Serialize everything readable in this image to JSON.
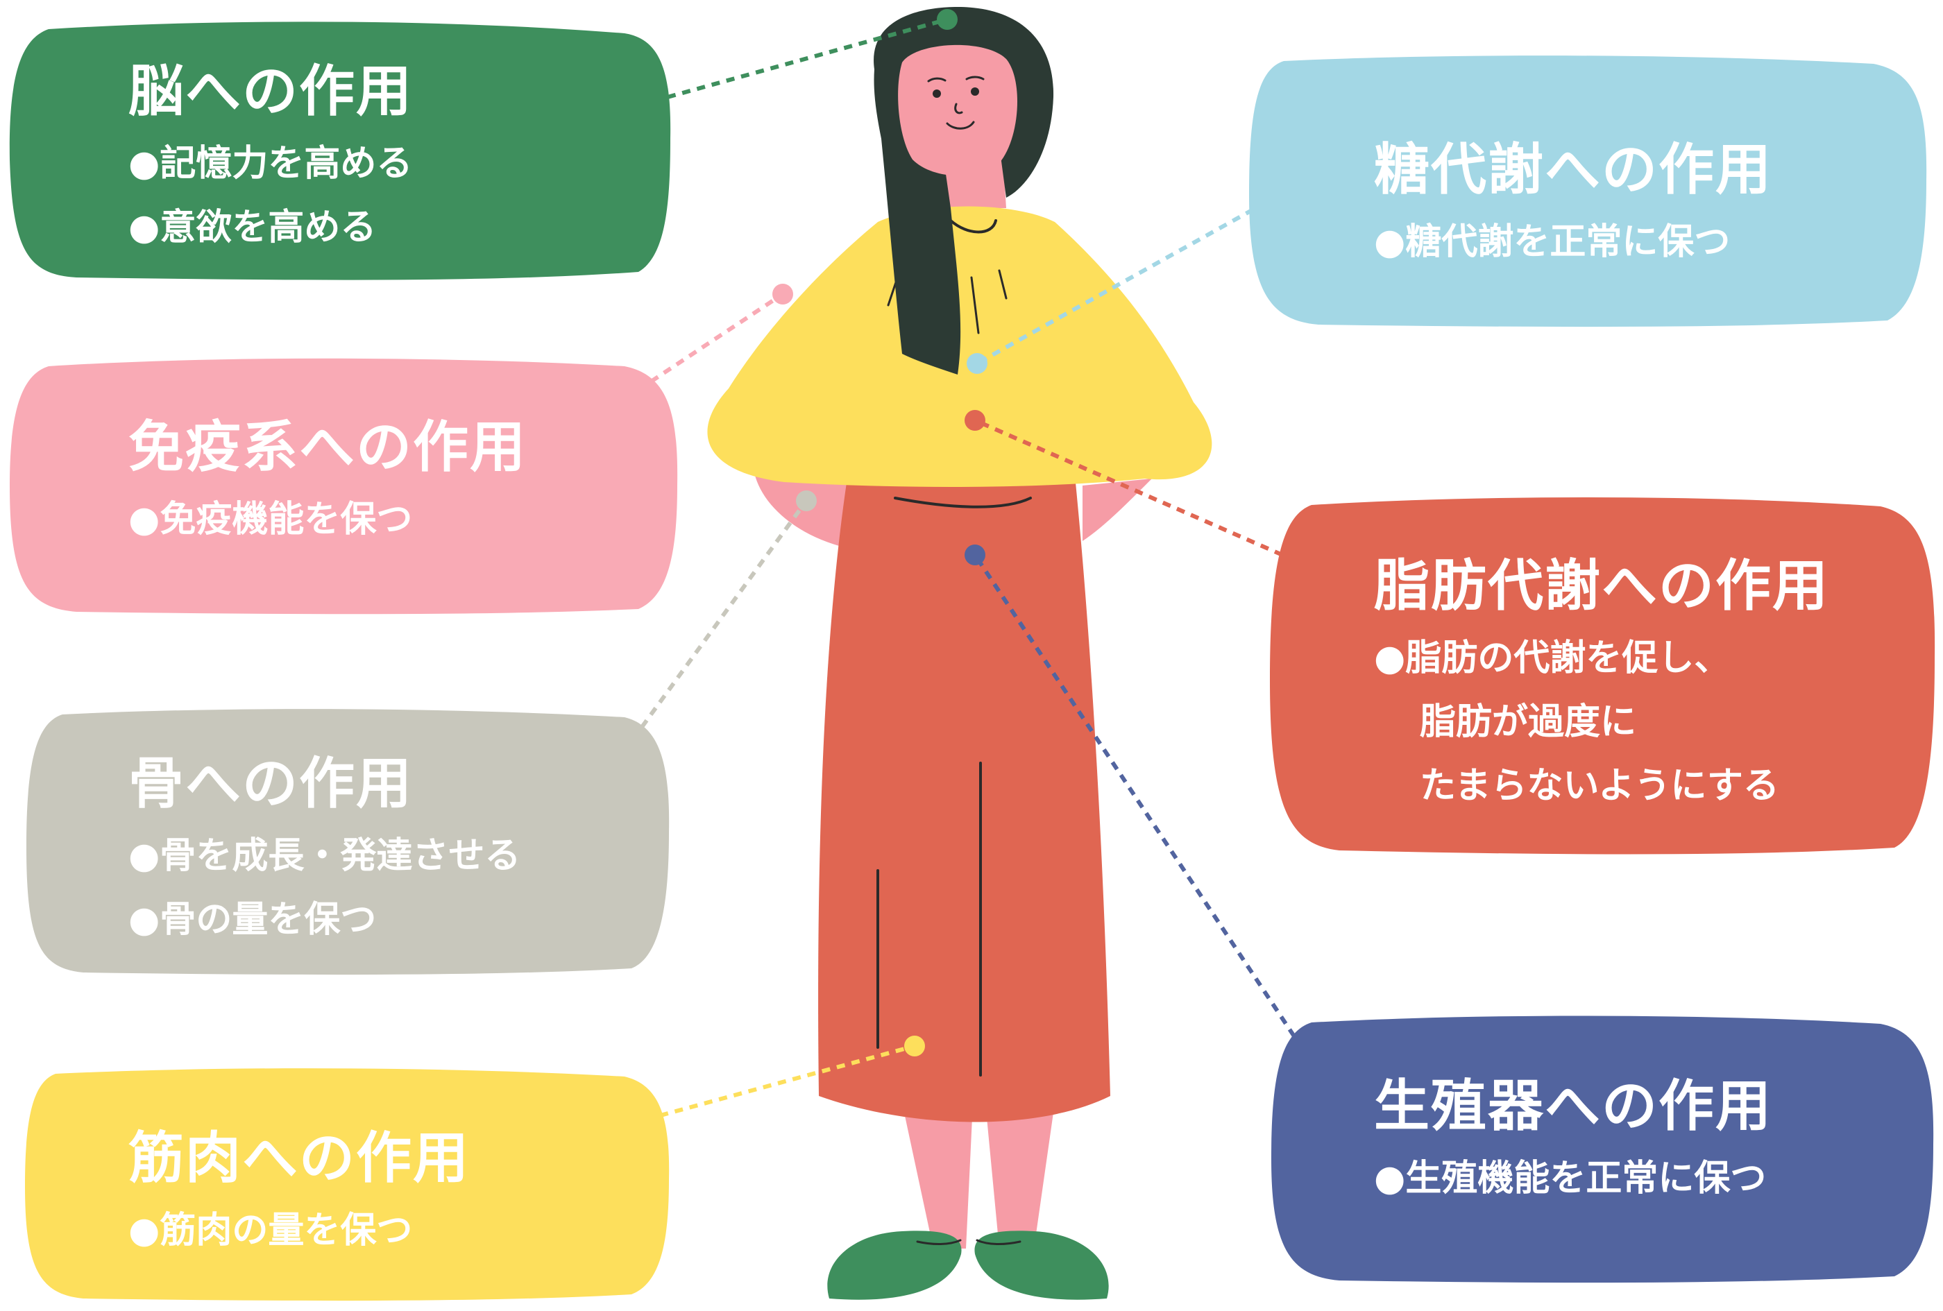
{
  "colors": {
    "brain": "#3e8f5d",
    "immune": "#f9aab5",
    "bone": "#c8c7bc",
    "muscle": "#fddf5c",
    "glucose": "#a3d7e5",
    "lipid": "#e06652",
    "reproductive": "#52649f",
    "skin": "#f69ca6",
    "hair": "#2c3a34",
    "shirt": "#fddf5c",
    "skirt": "#e06652",
    "shoes": "#3e8f5d"
  },
  "boxes": {
    "brain": {
      "title": "脳への作用",
      "items": [
        "●記憶力を高める",
        "●意欲を高める"
      ]
    },
    "immune": {
      "title": "免疫系への作用",
      "items": [
        "●免疫機能を保つ"
      ]
    },
    "bone": {
      "title": "骨への作用",
      "items": [
        "●骨を成長・発達させる",
        "●骨の量を保つ"
      ]
    },
    "muscle": {
      "title": "筋肉への作用",
      "items": [
        "●筋肉の量を保つ"
      ]
    },
    "glucose": {
      "title": "糖代謝への作用",
      "items": [
        "●糖代謝を正常に保つ"
      ]
    },
    "lipid": {
      "title": "脂肪代謝への作用",
      "items": [
        "●脂肪の代謝を促し、",
        "脂肪が過度に",
        "たまらないようにする"
      ]
    },
    "reproductive": {
      "title": "生殖器への作用",
      "items": [
        "●生殖機能を正常に保つ"
      ]
    }
  }
}
